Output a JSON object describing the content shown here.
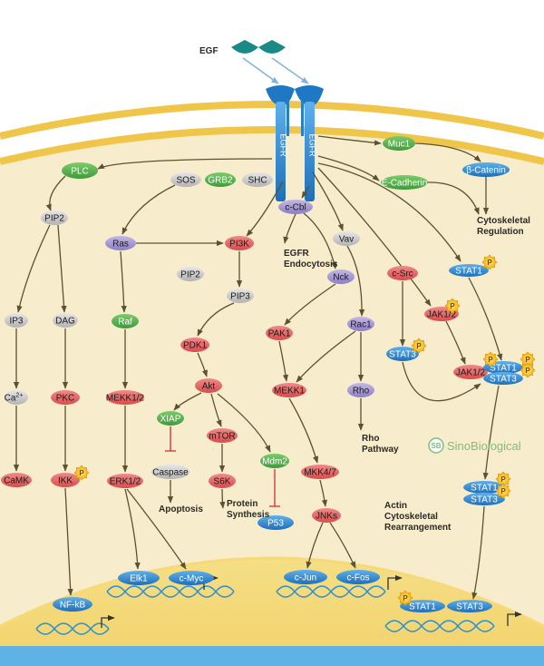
{
  "ligand": {
    "label": "EGF"
  },
  "receptor": {
    "label": "EGFR"
  },
  "membrane": {
    "color": "#f2c94c",
    "cytoplasm_color": "#f6ecc9",
    "outside_color": "#ffffff"
  },
  "nucleus": {
    "color": "#f4e08a",
    "dna_color": "#1e88c7"
  },
  "logo": {
    "text": "SinoBiological",
    "badge": "SB"
  },
  "phospho": {
    "label": "P"
  },
  "colors": {
    "grey": "#cfcfcf",
    "green": "#5cb85c",
    "purple": "#a99bd4",
    "red": "#e86666",
    "blue": "#3c8fd6"
  },
  "nodes": {
    "plc": "PLC",
    "pip2_left": "PIP2",
    "ip3": "IP3",
    "dag": "DAG",
    "ca": "Ca",
    "ca_sup": "2+",
    "pkc": "PKC",
    "camk": "CaMK",
    "ikk": "IKK",
    "nfkb": "NF-kB",
    "sos": "SOS",
    "grb2": "GRB2",
    "shc": "SHC",
    "ras": "Ras",
    "raf": "Raf",
    "mekk12": "MEKK1/2",
    "erk12": "ERK1/2",
    "elk1": "Elk1",
    "cmyc": "c-Myc",
    "pi3k": "PI3K",
    "pip2_mid": "PIP2",
    "pip3": "PIP3",
    "pdk1": "PDK1",
    "akt": "Akt",
    "xiap": "XIAP",
    "caspase": "Caspase",
    "mtor": "mTOR",
    "s6k": "S6K",
    "mdm2": "Mdm2",
    "p53": "P53",
    "ccbl": "c-Cbl",
    "vav": "Vav",
    "nck": "Nck",
    "pak1": "PAK1",
    "rac1": "Rac1",
    "mekk1": "MEKK1",
    "rho": "Rho",
    "mkk47": "MKK4/7",
    "jnks": "JNKs",
    "cjun": "c-Jun",
    "cfos": "c-Fos",
    "muc1": "Muc1",
    "bcatenin": "β-Catenin",
    "ecadherin": "E-Cadherin",
    "csrc": "c-Src",
    "stat1_a": "STAT1",
    "jak12_a": "JAK1/2",
    "stat3_a": "STAT3",
    "jak12_b": "JAK1/2",
    "stat1_b": "STAT1",
    "stat3_b": "STAT3",
    "stat1_c": "STAT1",
    "stat3_c": "STAT3",
    "stat1_d": "STAT1",
    "stat3_d": "STAT3"
  },
  "labels": {
    "egfr_endocytosis_1": "EGFR",
    "egfr_endocytosis_2": "Endocytosis",
    "cyto_reg_1": "Cytoskeletal",
    "cyto_reg_2": "Regulation",
    "apoptosis": "Apoptosis",
    "protein_synth_1": "Protein",
    "protein_synth_2": "Synthesis",
    "rho_path_1": "Rho",
    "rho_path_2": "Pathway",
    "actin_1": "Actin",
    "actin_2": "Cytoskeletal",
    "actin_3": "Rearrangement"
  }
}
